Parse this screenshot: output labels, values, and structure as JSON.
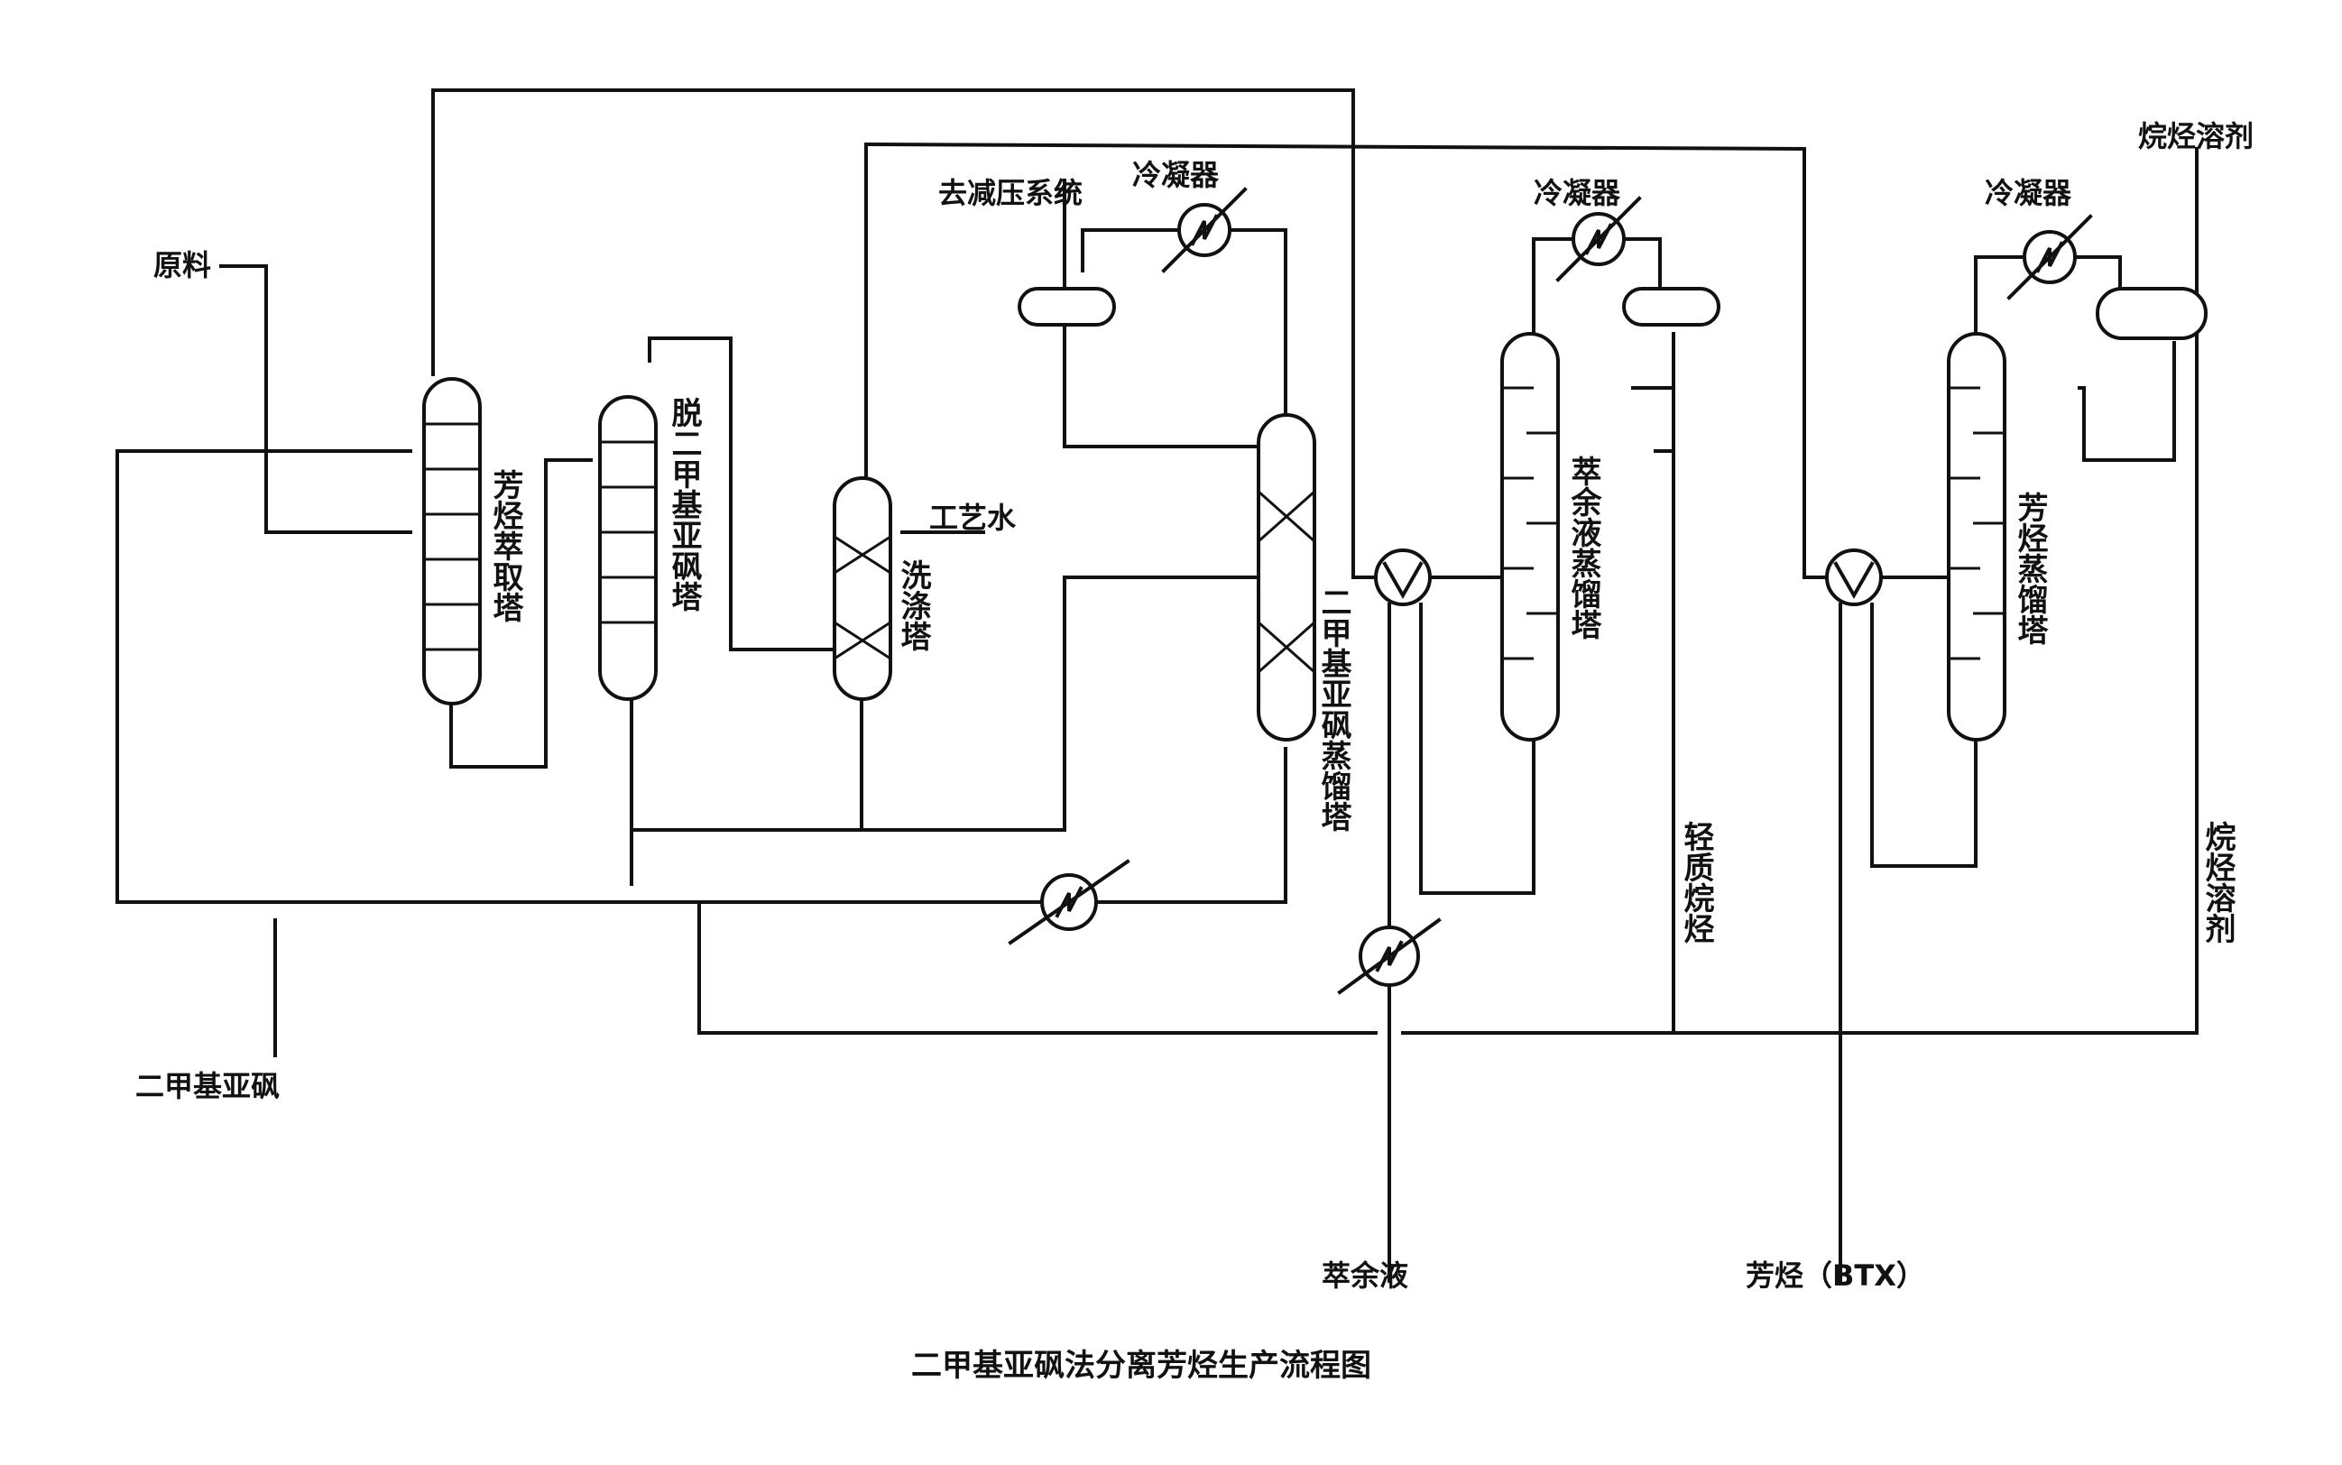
{
  "title": "二甲基亚砜法分离芳烃生产流程图",
  "labels": {
    "feed": "原料",
    "dmso": "二甲基亚砜",
    "process_water": "工艺水",
    "vacuum": "去减压系统",
    "condenser1": "冷凝器",
    "condenser2": "冷凝器",
    "condenser3": "冷凝器",
    "alkane_solvent_top": "烷烃溶剂",
    "alkane_solvent_side": "烷烃溶剂",
    "light_paraffin": "轻质烷烃",
    "raffinate": "萃余液",
    "btx": "芳烃（BTX）"
  },
  "columns": {
    "extractor": "芳烃萃取塔",
    "dedmso": "脱二甲基亚砜塔",
    "washer": "洗涤塔",
    "dmso_still": "二甲基亚砜蒸馏塔",
    "raffinate_still": "萃余液蒸馏塔",
    "aromatic_still": "芳烃蒸馏塔"
  }
}
